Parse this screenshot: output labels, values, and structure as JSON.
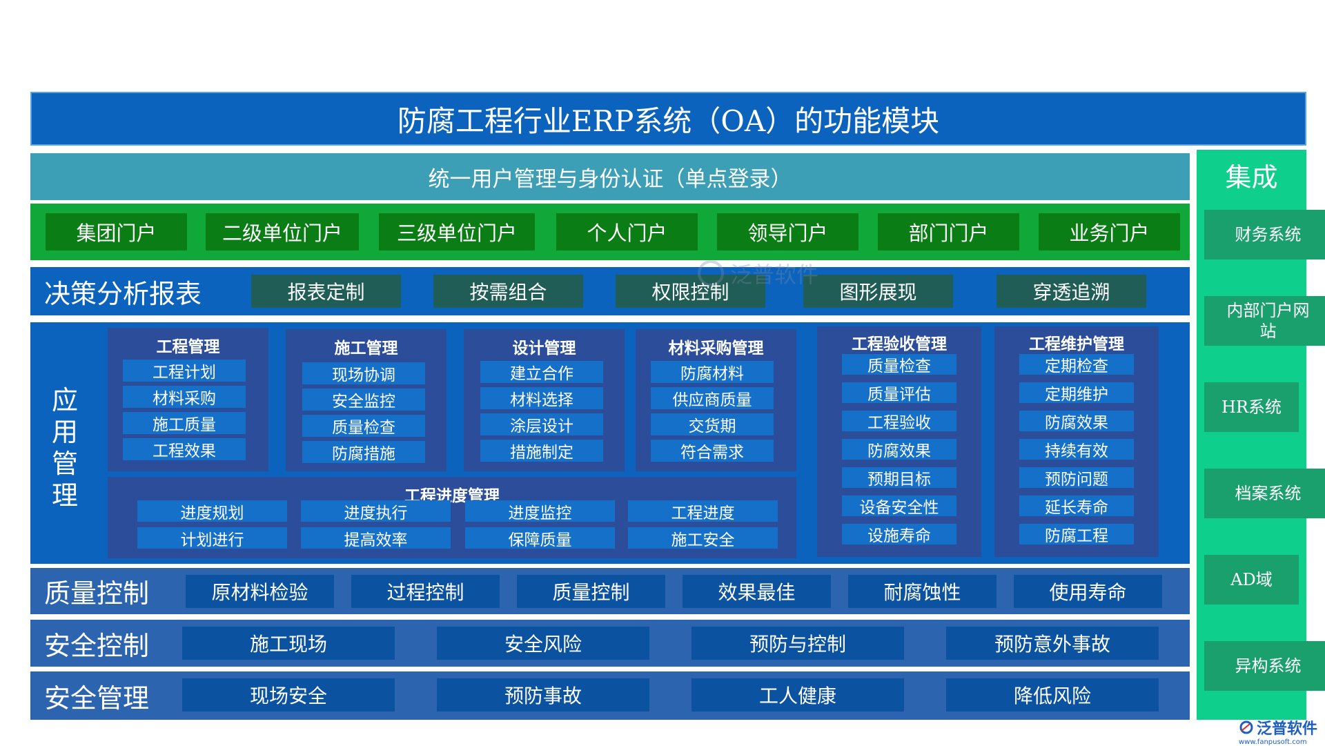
{
  "title": "防腐工程行业ERP系统（OA）的功能模块",
  "sso": "统一用户管理与身份认证（单点登录）",
  "portals": [
    "集团门户",
    "二级单位门户",
    "三级单位门户",
    "个人门户",
    "领导门户",
    "部门门户",
    "业务门户"
  ],
  "decision": {
    "label": "决策分析报表",
    "items": [
      "报表定制",
      "按需组合",
      "权限控制",
      "图形展现",
      "穿透追溯"
    ]
  },
  "app": {
    "label": "应用管理",
    "label_chars": [
      "应",
      "用",
      "管",
      "理"
    ],
    "modules": [
      {
        "title": "工程管理",
        "items": [
          "工程计划",
          "材料采购",
          "施工质量",
          "工程效果"
        ]
      },
      {
        "title": "施工管理",
        "items": [
          "现场协调",
          "安全监控",
          "质量检查",
          "防腐措施"
        ]
      },
      {
        "title": "设计管理",
        "items": [
          "建立合作",
          "材料选择",
          "涂层设计",
          "措施制定"
        ]
      },
      {
        "title": "材料采购管理",
        "items": [
          "防腐材料",
          "供应商质量",
          "交货期",
          "符合需求"
        ]
      },
      {
        "title": "工程验收管理",
        "items": [
          "质量检查",
          "质量评估",
          "工程验收",
          "防腐效果",
          "预期目标",
          "设备安全性",
          "设施寿命"
        ]
      },
      {
        "title": "工程维护管理",
        "items": [
          "定期检查",
          "定期维护",
          "防腐效果",
          "持续有效",
          "预防问题",
          "延长寿命",
          "防腐工程"
        ]
      }
    ],
    "progress": {
      "title": "工程进度管理",
      "items": [
        "进度规划",
        "进度执行",
        "进度监控",
        "工程进度",
        "计划进行",
        "提高效率",
        "保障质量",
        "施工安全"
      ]
    }
  },
  "quality": {
    "label": "质量控制",
    "items": [
      "原材料检验",
      "过程控制",
      "质量控制",
      "效果最佳",
      "耐腐蚀性",
      "使用寿命"
    ]
  },
  "safety": {
    "label": "安全控制",
    "items": [
      "施工现场",
      "安全风险",
      "预防与控制",
      "预防意外事故"
    ]
  },
  "safety_mgmt": {
    "label": "安全管理",
    "items": [
      "现场安全",
      "预防事故",
      "工人健康",
      "降低风险"
    ]
  },
  "integration": {
    "title": "集成",
    "items": [
      "财务系统",
      "内部门户网站",
      "HR系统",
      "档案系统",
      "AD域",
      "异构系统"
    ]
  },
  "watermark": "泛普软件",
  "logo": {
    "name": "泛普软件",
    "url": "www.fanpusoft.com"
  },
  "colors": {
    "title_blue": "#0b63bd",
    "sso_teal": "#3d9fb6",
    "portal_green": "#11a83a",
    "integration_green": "#0fcf8c"
  }
}
